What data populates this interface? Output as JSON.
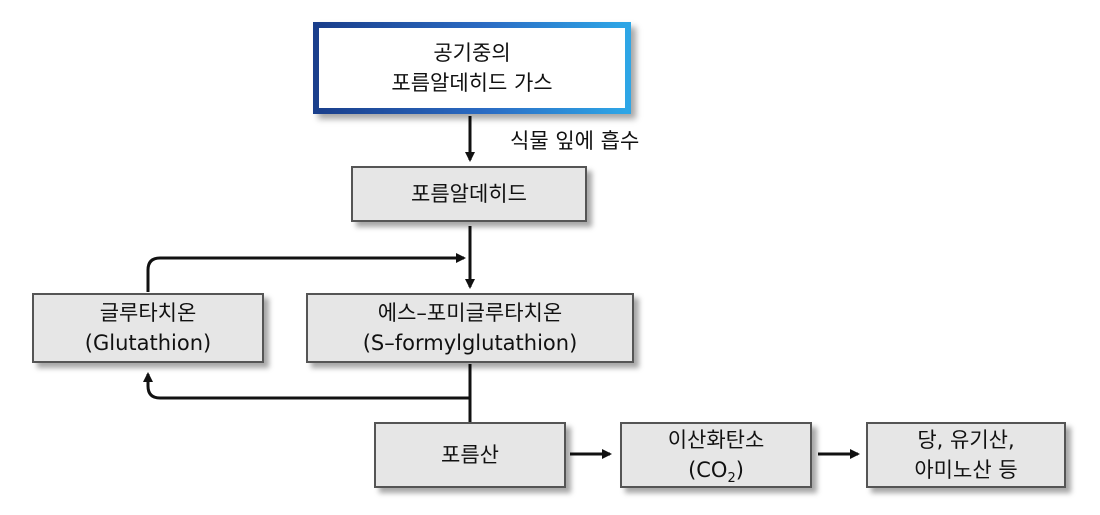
{
  "nodes": {
    "top": {
      "line1": "공기중의",
      "line2": "포름알데히드 가스"
    },
    "formaldehyde": {
      "label": "포름알데히드"
    },
    "glutathione": {
      "line1": "글루타치온",
      "line2": "(Glutathion)"
    },
    "sformyl": {
      "line1": "에스–포미글루타치온",
      "line2": "(S–formylglutathion)"
    },
    "formic": {
      "label": "포름산"
    },
    "co2": {
      "line1": "이산화탄소",
      "line2_prefix": "(CO",
      "line2_sub": "2",
      "line2_suffix": ")"
    },
    "products": {
      "line1": "당, 유기산,",
      "line2": "아미노산 등"
    }
  },
  "edges": {
    "absorb_label": "식물 잎에 흡수"
  }
}
